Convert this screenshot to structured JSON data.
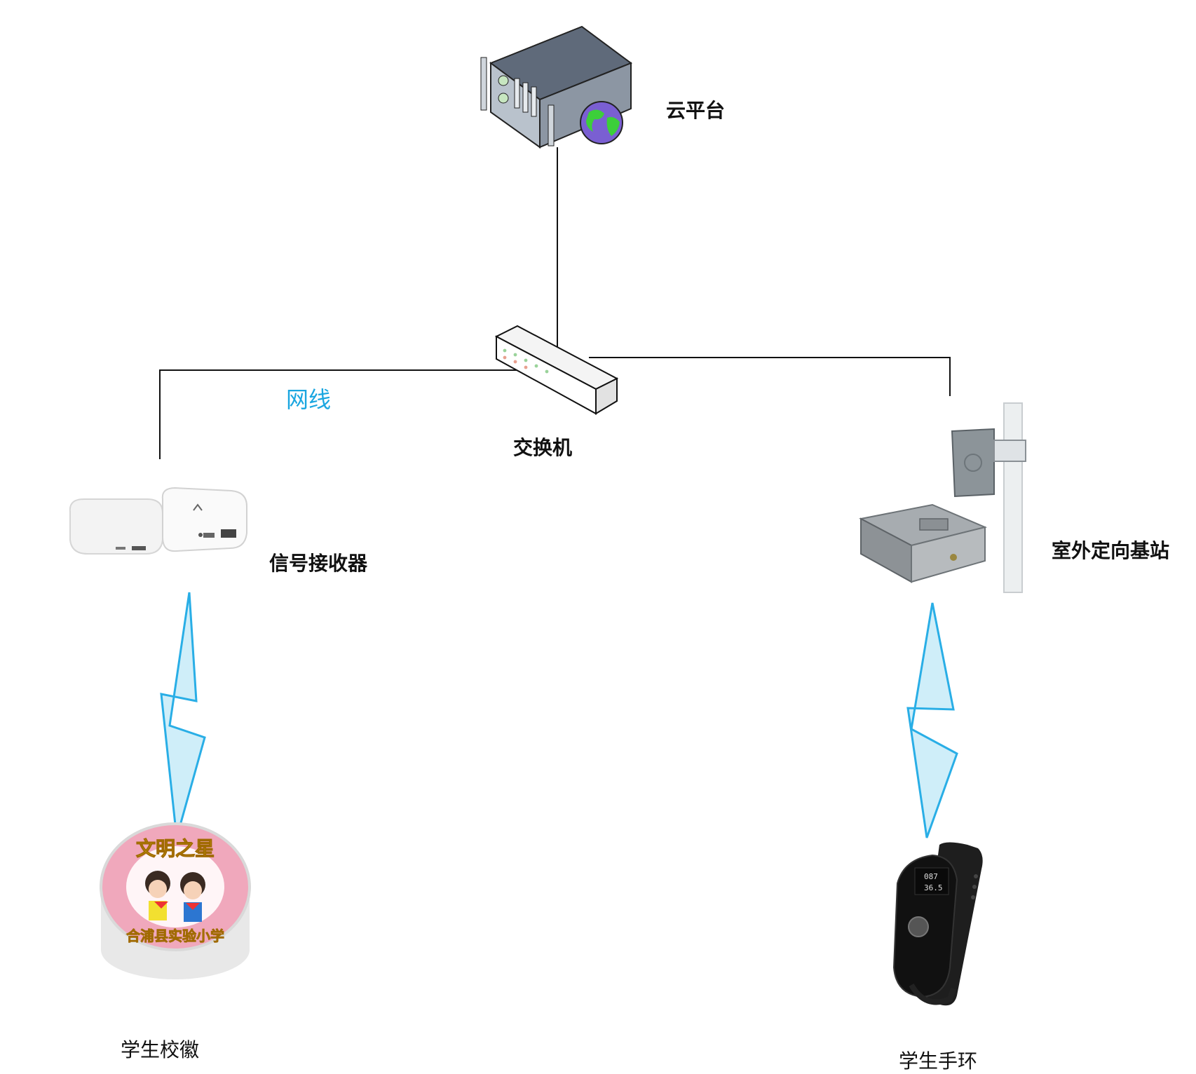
{
  "nodes": {
    "cloud": {
      "label": "云平台",
      "icon": "server-globe-icon"
    },
    "switch": {
      "label": "交换机",
      "icon": "network-switch-icon"
    },
    "receiver": {
      "label": "信号接收器",
      "icon": "wifi-access-point-icon"
    },
    "base_station": {
      "label": "室外定向基站",
      "icon": "directional-antenna-icon"
    },
    "badge": {
      "label": "学生校徽",
      "icon": "school-badge-icon",
      "badge_text_top": "文明之星",
      "badge_text_bottom": "合浦县实验小学"
    },
    "band": {
      "label": "学生手环",
      "icon": "wristband-icon",
      "screen_line1": "087",
      "screen_line2": "36.5"
    }
  },
  "edges": {
    "wire_label": "网线"
  },
  "colors": {
    "line": "#111111",
    "wireless": "#29aee6",
    "wire_label": "#1aa6e0",
    "badge_pink": "#f0a8bc",
    "globe_green": "#3ccf3a"
  }
}
